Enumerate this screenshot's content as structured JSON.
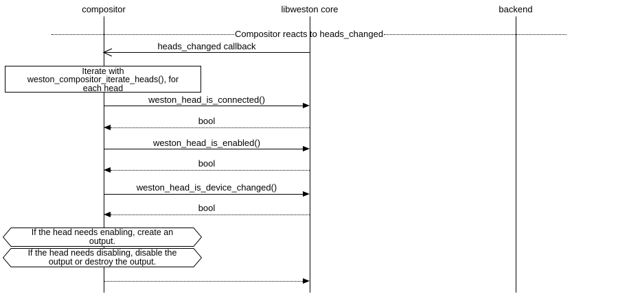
{
  "colors": {
    "background": "#ffffff",
    "stroke": "#000000",
    "text": "#000000"
  },
  "participants": [
    {
      "label": "compositor"
    },
    {
      "label": "libweston core"
    },
    {
      "label": "backend"
    }
  ],
  "divider": {
    "label": "Compositor reacts to heads_changed"
  },
  "messages": {
    "callback": {
      "label": "heads_changed callback"
    },
    "connected": {
      "label": "weston_head_is_connected()"
    },
    "connected_return": {
      "label": "bool"
    },
    "enabled": {
      "label": "weston_head_is_enabled()"
    },
    "enabled_return": {
      "label": "bool"
    },
    "device_changed": {
      "label": "weston_head_is_device_changed()"
    },
    "device_changed_return": {
      "label": "bool"
    }
  },
  "note": {
    "lines": [
      "Iterate with",
      "weston_compositor_iterate_heads(), for",
      "each head"
    ]
  },
  "hex_notes": [
    {
      "lines": [
        "If the head needs enabling, create an",
        "output."
      ]
    },
    {
      "lines": [
        "If the head needs disabling, disable the",
        "output or destroy the output."
      ]
    }
  ]
}
